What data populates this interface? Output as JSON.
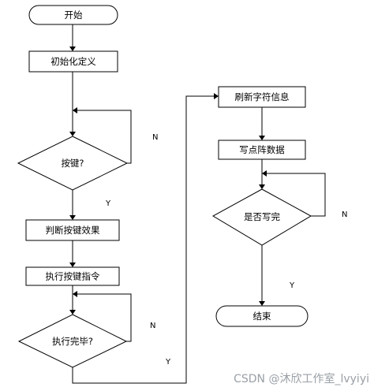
{
  "diagram": {
    "nodes": {
      "start": "开始",
      "init": "初始化定义",
      "keypress": "按键?",
      "judge_key": "判断按键效果",
      "exec_cmd": "执行按键指令",
      "exec_done": "执行完毕?",
      "refresh": "刷新字符信息",
      "write_dot": "写点阵数据",
      "write_done": "是否写完",
      "end": "结束"
    },
    "branch_labels": {
      "keypress_no": "N",
      "keypress_yes": "Y",
      "exec_done_no": "N",
      "exec_done_yes": "Y",
      "write_done_no": "N",
      "write_done_yes": "Y"
    }
  },
  "watermark": "CSDN @沐欣工作室_lvyiyi"
}
